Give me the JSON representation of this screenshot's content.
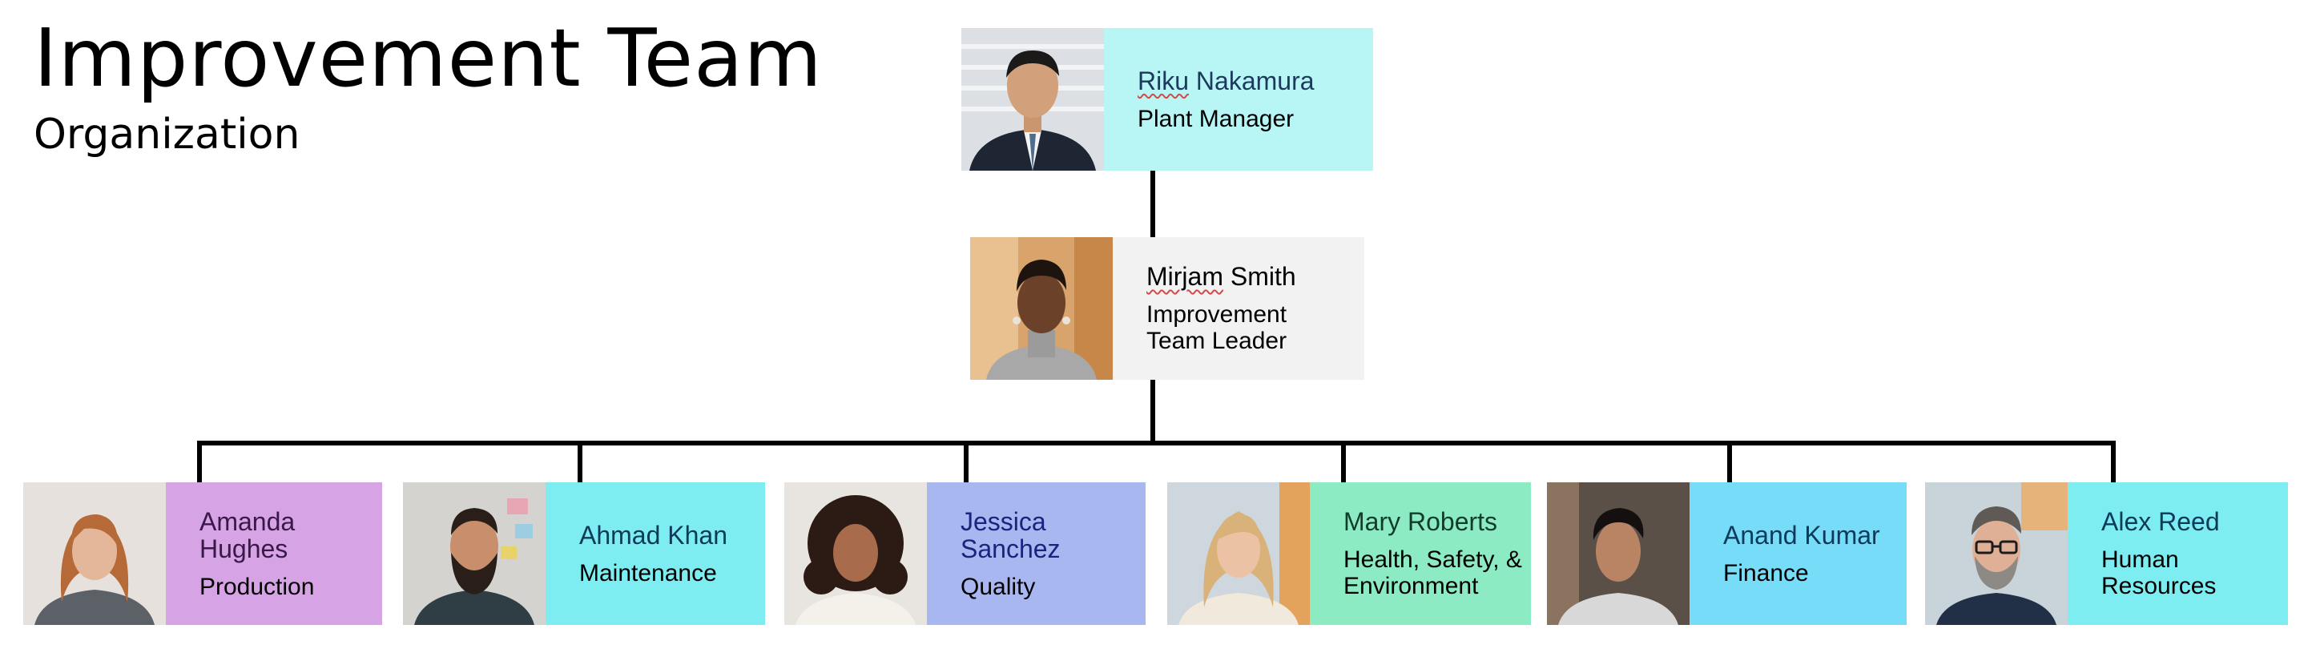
{
  "title": "Improvement Team",
  "subtitle": "Organization",
  "top": {
    "first": "Riku",
    "last": "Nakamura",
    "role": "Plant Manager",
    "color": "#b8f6f6",
    "name_color": "#1b3a5c"
  },
  "leader": {
    "first": "Mirjam",
    "last": "Smith",
    "role": "Improvement Team Leader",
    "color": "#f2f2f2",
    "name_color": "#000000"
  },
  "team": [
    {
      "name": "Amanda Hughes",
      "role": "Production",
      "color": "#d6a3e4",
      "name_color": "#3a1848",
      "photo": "woman-auburn-hair-photo"
    },
    {
      "name": "Ahmad Khan",
      "role": "Maintenance",
      "color": "#7eedf2",
      "name_color": "#0b3a5a",
      "photo": "bearded-man-photo"
    },
    {
      "name": "Jessica Sanchez",
      "role": "Quality",
      "color": "#a9b7f0",
      "name_color": "#1a237e",
      "photo": "woman-curly-hair-photo"
    },
    {
      "name": "Mary Roberts",
      "role": "Health, Safety, & Environment",
      "color": "#8cebc3",
      "name_color": "#0f3d2a",
      "photo": "woman-blonde-hair-photo"
    },
    {
      "name": "Anand Kumar",
      "role": "Finance",
      "color": "#77dcf7",
      "name_color": "#0b3a5a",
      "photo": "young-man-photo"
    },
    {
      "name": "Alex Reed",
      "role": "Human Resources",
      "color": "#7eedf2",
      "name_color": "#0b3a5a",
      "photo": "man-glasses-photo"
    }
  ]
}
